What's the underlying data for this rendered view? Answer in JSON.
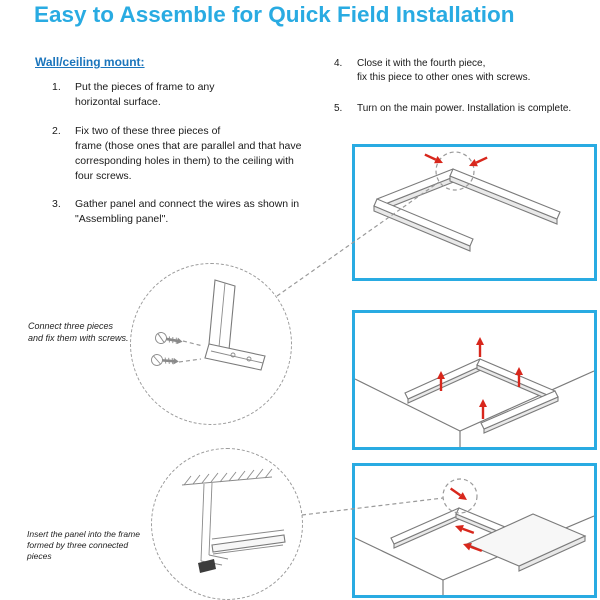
{
  "title": "Easy to Assemble for Quick Field Installation",
  "section": {
    "heading": "Wall/ceiling mount:"
  },
  "steps_left": [
    {
      "num": "1.",
      "text": "Put the pieces of frame to any\nhorizontal surface."
    },
    {
      "num": "2.",
      "text": "Fix two of these three pieces of\nframe (those ones that are parallel and that have\ncorresponding holes in them) to the ceiling with\nfour screws."
    },
    {
      "num": "3.",
      "text": "Gather panel and connect the wires as shown in\n\"Assembling panel\"."
    }
  ],
  "steps_right": [
    {
      "num": "4.",
      "text": "Close it with the fourth piece,\nfix this piece to other ones with screws."
    },
    {
      "num": "5.",
      "text": "Turn on the main power. Installation is complete."
    }
  ],
  "captions": {
    "connect_pieces": "Connect three pieces\nand fix them with screws.",
    "insert_panel": "Insert the panel into the frame\nformed by three connected pieces"
  },
  "icons": {
    "detail_zoom": "dashed-detail-circle",
    "screw": "screw-icon",
    "direction_arrow": "red-arrow-icon"
  },
  "colors": {
    "title_blue": "#29ABE2",
    "heading_blue": "#1B75BC",
    "box_border": "#29ABE2",
    "arrow_red": "#D8271C",
    "detail_gray": "#9A9A9A",
    "text_dark": "#1A1A1A"
  }
}
